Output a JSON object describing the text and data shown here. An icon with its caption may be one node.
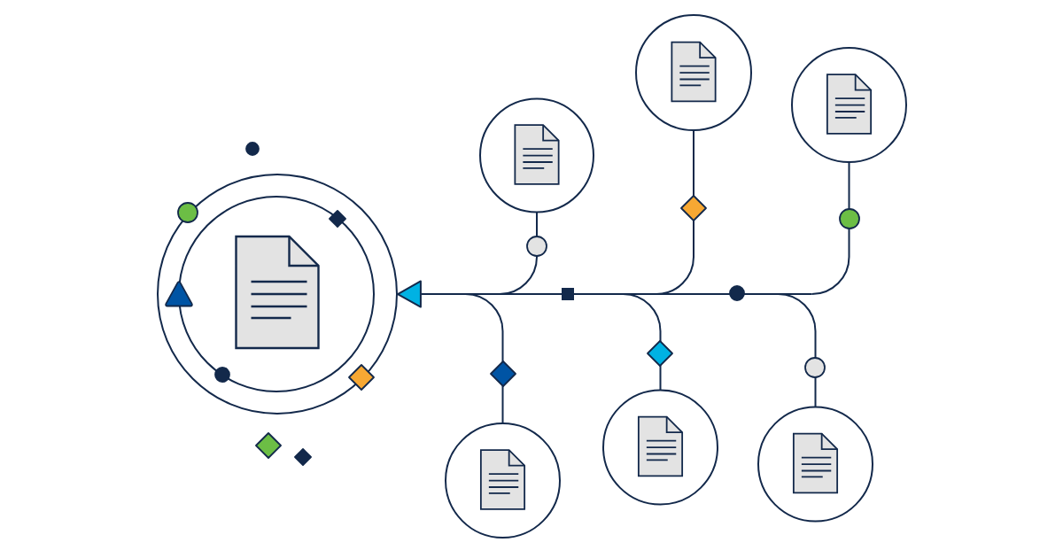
{
  "diagram": {
    "nodes": [
      {
        "text": [],
        "shape": "circle"
      },
      {
        "text": [],
        "shape": "circle"
      },
      {
        "text": [],
        "shape": "circle"
      },
      {
        "text": [],
        "shape": "circle"
      },
      {
        "text": [],
        "shape": "circle"
      },
      {
        "text": [],
        "shape": "circle"
      },
      {
        "text": [],
        "shape": "circle"
      }
    ],
    "edges": [
      {
        "from": 1,
        "to": 0,
        "arrow": "to"
      },
      {
        "from": 2,
        "to": 0,
        "arrow": "to"
      },
      {
        "from": 3,
        "to": 0,
        "arrow": "to"
      },
      {
        "from": 4,
        "to": 0,
        "arrow": "to"
      },
      {
        "from": 5,
        "to": 0,
        "arrow": "to"
      },
      {
        "from": 6,
        "to": 0,
        "arrow": "to"
      }
    ]
  }
}
